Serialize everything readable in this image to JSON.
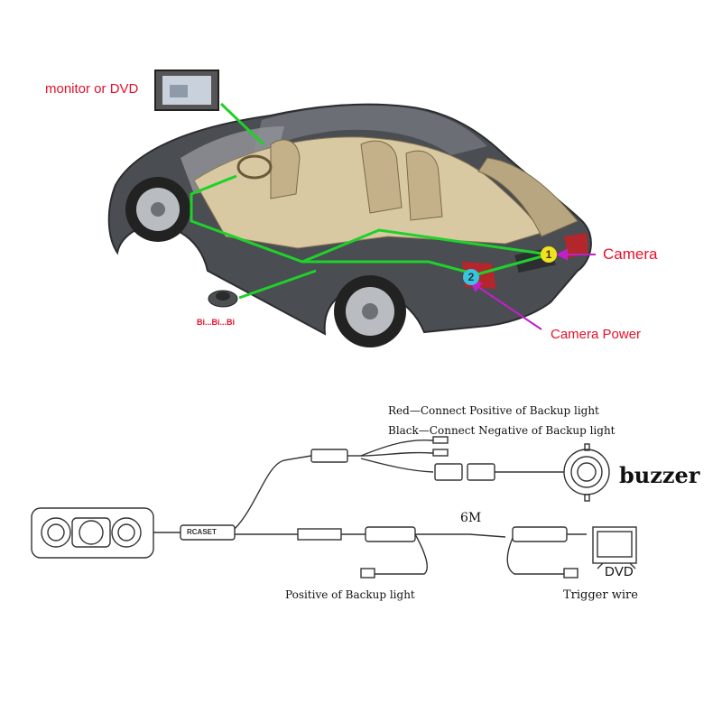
{
  "top": {
    "monitor_label": "monitor or DVD",
    "camera_label": "Camera",
    "camera_power_label": "Camera Power",
    "buzzer_sound": "Bi...Bi...Bi",
    "marker_1": "1",
    "marker_2": "2"
  },
  "wiring": {
    "red_note": "Red—Connect Positive of Backup light",
    "black_note": "Black—Connect Negative of Backup light",
    "buzzer_label": "buzzer",
    "cable_length": "6M",
    "dvd_label": "DVD",
    "positive_label": "Positive of Backup light",
    "trigger_label": "Trigger wire",
    "module_label": "RCASET"
  },
  "colors": {
    "label_red": "#e8102a",
    "wire_green": "#1fd12a",
    "arrow_magenta": "#c020c8",
    "marker_yellow": "#f3e21b",
    "marker_cyan": "#35c6e0",
    "car_body": "#4a4d52"
  }
}
